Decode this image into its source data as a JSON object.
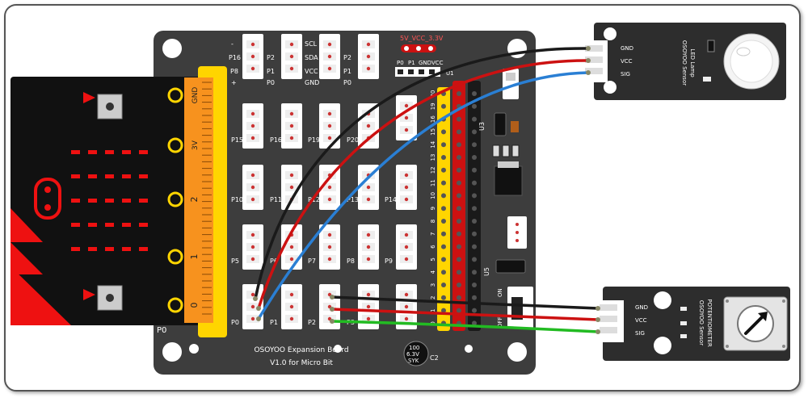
{
  "board": {
    "title": "OSOYOO Expansion Board",
    "subtitle": "V1.0 for Micro Bit",
    "jumper_label": "5V_VCC_3.3V",
    "header_labels": [
      "P0",
      "P1",
      "GND",
      "VCC"
    ],
    "ic_labels": [
      "U3",
      "U5",
      "U1"
    ],
    "switch_on": "ON",
    "switch_off": "OFF",
    "cap_value": "100",
    "cap_voltage": "6.3V",
    "cap_ref": "C2",
    "cap_code": "SYK",
    "top_pins": [
      "-",
      "P16",
      "P8",
      "+",
      "P2",
      "P1",
      "P0",
      "SCL",
      "SDA",
      "VCC",
      "GND",
      "P2",
      "P1",
      "P0"
    ],
    "port_row2": [
      "P15",
      "P16",
      "P19",
      "P20"
    ],
    "port_row3": [
      "P10",
      "P11",
      "P12",
      "P13",
      "P14"
    ],
    "port_row4": [
      "P5",
      "P6",
      "P7",
      "P8",
      "P9"
    ],
    "port_row5": [
      "P0",
      "P1",
      "P2",
      "P3"
    ],
    "edge_numbers": [
      "20",
      "19",
      "16",
      "15",
      "14",
      "13",
      "12",
      "11",
      "10",
      "9",
      "8",
      "7",
      "6",
      "5",
      "4",
      "3",
      "2",
      "1",
      "0"
    ],
    "edge_bottom_left": "P0"
  },
  "microbit": {
    "edge_labels": [
      "GND",
      "3V",
      "2",
      "1",
      "0"
    ]
  },
  "led_module": {
    "brand": "OSOYOO Sensor",
    "name": "LED Lamp",
    "pins": [
      "GND",
      "VCC",
      "SIG"
    ]
  },
  "pot_module": {
    "brand": "OSOYOO Sensor",
    "name": "POTENTIOMETER",
    "pins": [
      "GND",
      "VCC",
      "SIG"
    ]
  },
  "colors": {
    "board": "#3d3d3d",
    "wire_black": "#1a1a1a",
    "wire_red": "#cc1111",
    "wire_blue": "#2a7fd4",
    "wire_green": "#22bb22",
    "edge_yellow": "#ffd500",
    "edge_orange": "#f7921e",
    "led_red": "#ee1111"
  }
}
